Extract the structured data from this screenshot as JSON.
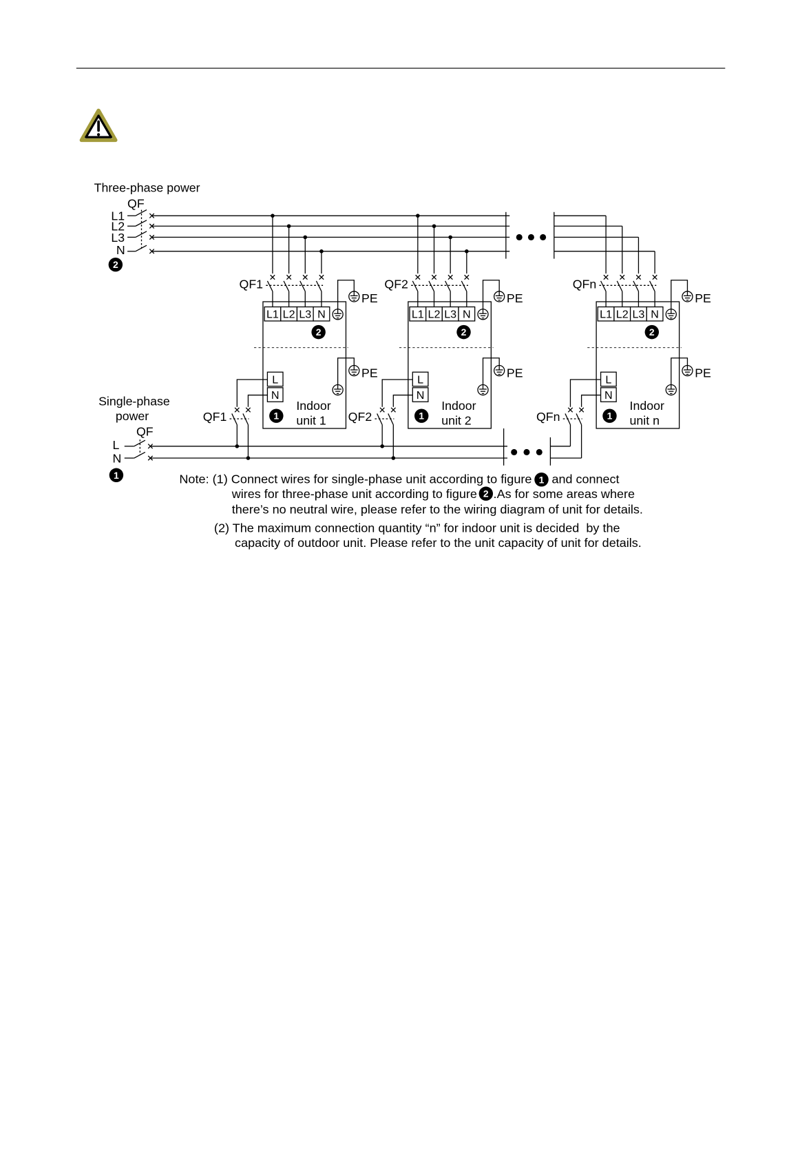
{
  "colors": {
    "warning_border": "#a39b3b",
    "ink": "#000000",
    "page": "#ffffff"
  },
  "icons": {
    "warning": "warning-icon"
  },
  "diagram": {
    "three_phase": {
      "title": "Three-phase power",
      "switch_label": "QF",
      "lines": [
        "L1",
        "L2",
        "L3",
        "N"
      ],
      "figure_badge": "2"
    },
    "single_phase": {
      "title_line1": "Single-phase",
      "title_line2": "power",
      "switch_label": "QF",
      "lines": [
        "L",
        "N"
      ],
      "figure_badge": "1"
    },
    "units": [
      {
        "three_phase_switch": "QF1",
        "single_phase_switch": "QF1",
        "terminals_3ph": [
          "L1",
          "L2",
          "L3",
          "N"
        ],
        "terminals_1ph": [
          "L",
          "N"
        ],
        "pe_label": "PE",
        "name_line1": "Indoor",
        "name_line2": "unit 1",
        "badge_3ph": "2",
        "badge_1ph": "1"
      },
      {
        "three_phase_switch": "QF2",
        "single_phase_switch": "QF2",
        "terminals_3ph": [
          "L1",
          "L2",
          "L3",
          "N"
        ],
        "terminals_1ph": [
          "L",
          "N"
        ],
        "pe_label": "PE",
        "name_line1": "Indoor",
        "name_line2": "unit 2",
        "badge_3ph": "2",
        "badge_1ph": "1"
      },
      {
        "three_phase_switch": "QFn",
        "single_phase_switch": "QFn",
        "terminals_3ph": [
          "L1",
          "L2",
          "L3",
          "N"
        ],
        "terminals_1ph": [
          "L",
          "N"
        ],
        "pe_label": "PE",
        "name_line1": "Indoor",
        "name_line2": "unit n",
        "badge_3ph": "2",
        "badge_1ph": "1"
      }
    ]
  },
  "note": {
    "line1_prefix": "Note: (1) Connect wires for single-phase unit according to figure",
    "line1_badge": "1",
    "line1_suffix": "and connect",
    "line2_prefix": "wires for three-phase unit according to figure",
    "line2_badge": "2",
    "line2_suffix": ".As for some areas where",
    "line3": "there’s no neutral wire, please refer to the wiring diagram of unit for details.",
    "line4": "(2) The maximum connection quantity “n” for indoor unit is decided  by the",
    "line5": "capacity of outdoor unit. Please refer to the unit capacity of unit for details."
  }
}
